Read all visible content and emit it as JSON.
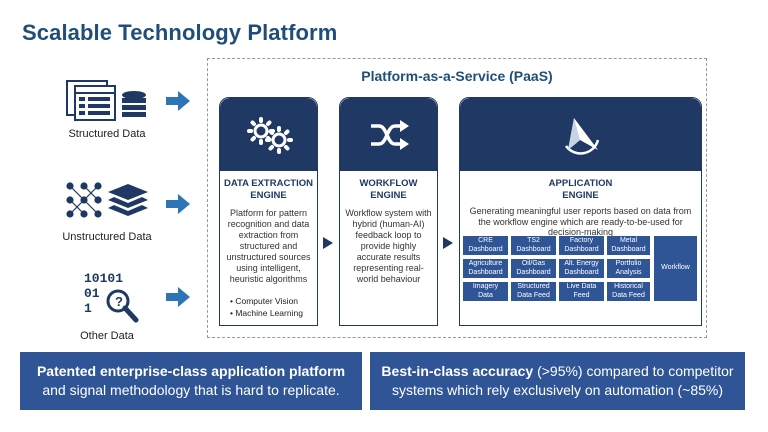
{
  "title": "Scalable Technology Platform",
  "sources": [
    {
      "label": "Structured Data",
      "icon": "database-table-icon"
    },
    {
      "label": "Unstructured Data",
      "icon": "network-layers-icon"
    },
    {
      "label": "Other Data",
      "icon": "binary-search-icon"
    }
  ],
  "paas": {
    "title": "Platform-as-a-Service (PaaS)",
    "extraction": {
      "title_line1": "DATA EXTRACTION",
      "title_line2": "ENGINE",
      "description": "Platform for pattern recognition and data extraction from structured and unstructured sources using intelligent, heuristic algorithms",
      "bullets": [
        "Computer Vision",
        "Machine Learning"
      ]
    },
    "workflow": {
      "title_line1": "WORKFLOW",
      "title_line2": "ENGINE",
      "description": "Workflow system with hybrid (human-AI) feedback loop to provide highly accurate results representing real-world behaviour"
    },
    "application": {
      "title_line1": "APPLICATION",
      "title_line2": "ENGINE",
      "description": "Generating meaningful user  reports based on data from the workflow engine which are ready-to-be-used for decision-making",
      "tiles": [
        "CRE Dashboard",
        "TS2 Dashboard",
        "Factory Dashboard",
        "Metal Dashboard",
        "Agriculture Dashboard",
        "Oil/Gas Dashboard",
        "Alt. Energy Dashboard",
        "Portfolio Analysis",
        "Imagery Data",
        "Structured Data Feed",
        "Live Data Feed",
        "Historical Data Feed"
      ],
      "workflow_tile": "Workflow"
    }
  },
  "bottom": {
    "left_bold": "Patented enterprise-class application platform",
    "left_rest": "and signal methodology that is hard to replicate.",
    "right_bold": "Best-in-class accuracy",
    "right_rest1": " (>95%) compared to competitor",
    "right_rest2": "systems which rely exclusively on automation (~85%)"
  },
  "colors": {
    "navy": "#1f3864",
    "blue": "#2f5597",
    "arrow": "#2e75b6"
  }
}
